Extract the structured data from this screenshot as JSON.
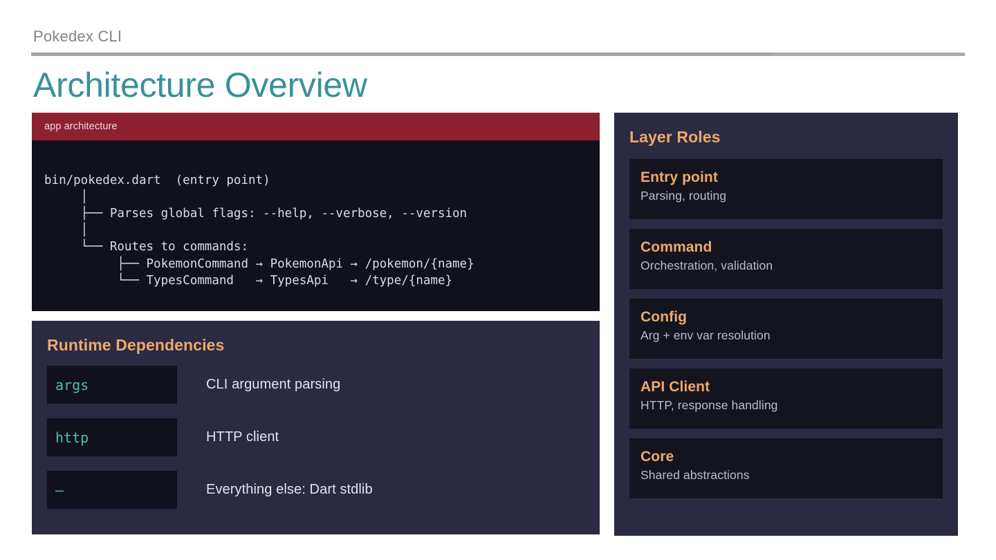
{
  "header": {
    "eyebrow": "Pokedex CLI",
    "title": "Architecture Overview"
  },
  "terminal": {
    "title": "app architecture",
    "code": "bin/pokedex.dart  (entry point)\n     │\n     ├── Parses global flags: --help, --verbose, --version\n     │\n     └── Routes to commands:\n          ├── PokemonCommand → PokemonApi → /pokemon/{name}\n          └── TypesCommand   → TypesApi   → /type/{name}"
  },
  "dependencies": {
    "heading": "Runtime Dependencies",
    "items": [
      {
        "package": "args",
        "description": "CLI argument parsing"
      },
      {
        "package": "http",
        "description": "HTTP client"
      },
      {
        "package": "—",
        "description": "Everything else: Dart stdlib"
      }
    ]
  },
  "layer_roles": {
    "heading": "Layer Roles",
    "items": [
      {
        "name": "Entry point",
        "description": "Parsing, routing"
      },
      {
        "name": "Command",
        "description": "Orchestration, validation"
      },
      {
        "name": "Config",
        "description": "Arg + env var resolution"
      },
      {
        "name": "API Client",
        "description": "HTTP, response handling"
      },
      {
        "name": "Core",
        "description": "Shared abstractions"
      }
    ]
  },
  "colors": {
    "accent_teal": "#3a9199",
    "accent_orange": "#f0a868",
    "panel_bg": "#2a2a42",
    "card_bg": "#14141f",
    "terminal_bg": "#11111d",
    "terminal_titlebar": "#8e2030",
    "code_teal": "#4dc0a8",
    "rule_gray": "#a9a9a9"
  }
}
